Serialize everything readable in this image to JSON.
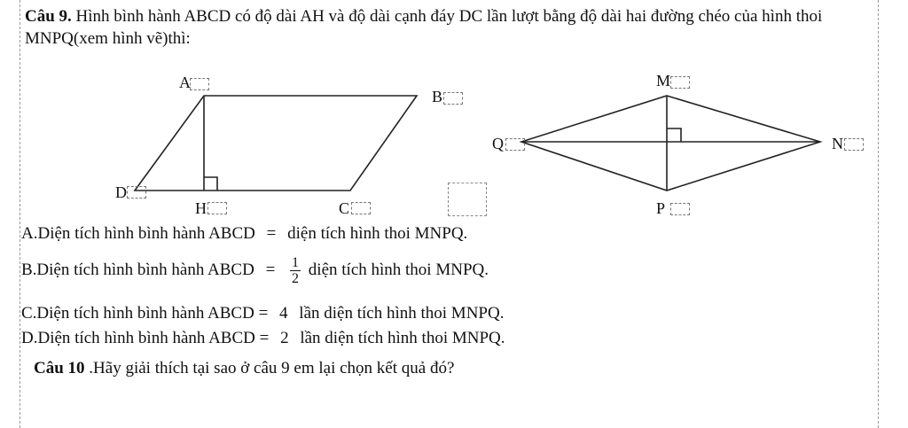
{
  "question9": {
    "number": "Câu 9.",
    "text": "Hình bình hành ABCD có độ dài AH  và độ dài cạnh đáy DC lần lượt bằng độ dài hai đường chéo của hình thoi MNPQ(xem hình vẽ)thì:"
  },
  "parallelogram": {
    "labels": {
      "A": "A",
      "B": "B",
      "C": "C",
      "D": "D",
      "H": "H"
    }
  },
  "rhombus": {
    "labels": {
      "M": "M",
      "N": "N",
      "P": "P",
      "Q": "Q"
    }
  },
  "options": {
    "A": {
      "prefix": "A.Diện tích hình bình hành ABCD",
      "relation": "=",
      "suffix": "diện tích hình thoi MNPQ."
    },
    "B": {
      "prefix": "B.Diện tích hình bình hành ABCD",
      "relation": "=",
      "frac_num": "1",
      "frac_den": "2",
      "suffix": "diện tích hình thoi MNPQ."
    },
    "C": {
      "prefix": "C.Diện tích hình bình hành ABCD =",
      "factor": "4",
      "suffix": "lần diện tích hình thoi MNPQ."
    },
    "D": {
      "prefix": "D.Diện tích hình bình hành ABCD =",
      "factor": "2",
      "suffix": "lần diện tích hình thoi MNPQ."
    }
  },
  "question10": {
    "number": "Câu 10",
    "text": ".Hãy giải thích tại sao ở câu 9 em lại chọn kết quả đó?"
  }
}
